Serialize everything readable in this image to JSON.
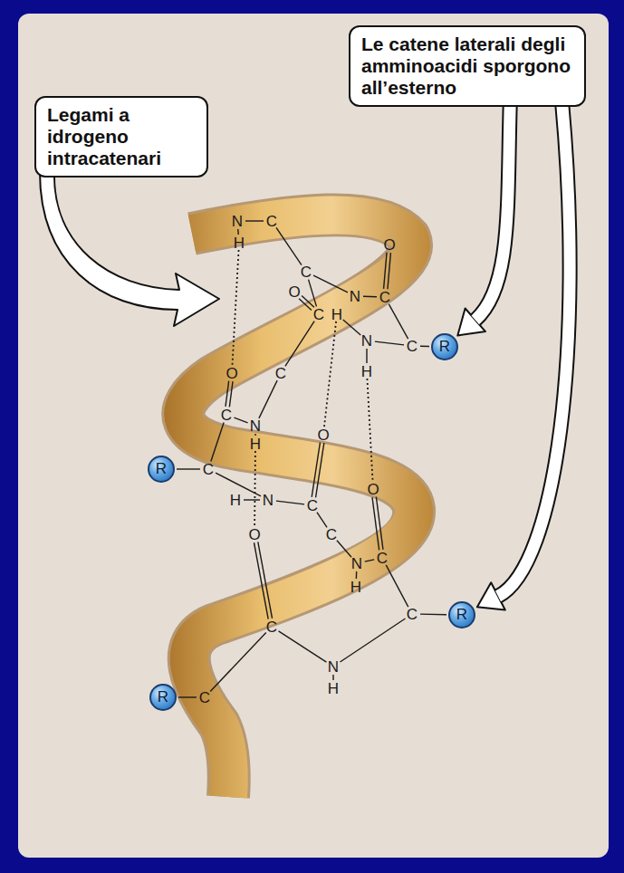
{
  "diagram": {
    "nodes": [
      {
        "text": [
          "Legami a idrogeno intracatenari"
        ]
      },
      {
        "text": [
          "Le catene laterali degli amminoacidi sporgono all’esterno"
        ]
      },
      {
        "text": [
          "R"
        ]
      },
      {
        "text": [
          "R"
        ]
      },
      {
        "text": [
          "R"
        ]
      },
      {
        "text": [
          "R"
        ]
      }
    ],
    "edges": [
      {
        "from": 1,
        "to": 2,
        "arrow": "to"
      },
      {
        "from": 1,
        "to": 4,
        "arrow": "to"
      }
    ],
    "labels": [
      "N",
      "C",
      "H",
      "O",
      "C",
      "O",
      "N",
      "C",
      "C",
      "H",
      "N",
      "C",
      "C",
      "O",
      "H",
      "C",
      "N",
      "O",
      "H",
      "C",
      "O",
      "H",
      "N",
      "C",
      "C",
      "O",
      "N",
      "C",
      "H",
      "C",
      "C",
      "N",
      "H",
      "C"
    ]
  }
}
